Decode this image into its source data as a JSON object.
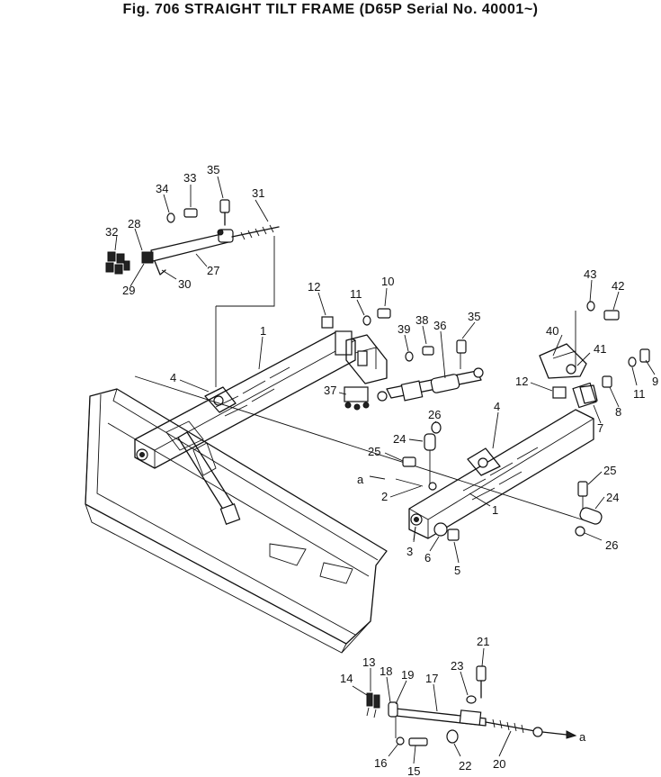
{
  "figure": {
    "title": "Fig. 706   STRAIGHT TILT FRAME (D65P Serial No. 40001~)"
  },
  "callouts": [
    {
      "id": "c35a",
      "label": "35"
    },
    {
      "id": "c33",
      "label": "33"
    },
    {
      "id": "c34",
      "label": "34"
    },
    {
      "id": "c31",
      "label": "31"
    },
    {
      "id": "c28",
      "label": "28"
    },
    {
      "id": "c32",
      "label": "32"
    },
    {
      "id": "c29",
      "label": "29"
    },
    {
      "id": "c30",
      "label": "30"
    },
    {
      "id": "c27",
      "label": "27"
    },
    {
      "id": "c12a",
      "label": "12"
    },
    {
      "id": "c11a",
      "label": "11"
    },
    {
      "id": "c10",
      "label": "10"
    },
    {
      "id": "c1a",
      "label": "1"
    },
    {
      "id": "c4a",
      "label": "4"
    },
    {
      "id": "c39",
      "label": "39"
    },
    {
      "id": "c38",
      "label": "38"
    },
    {
      "id": "c36",
      "label": "36"
    },
    {
      "id": "c35b",
      "label": "35"
    },
    {
      "id": "c37",
      "label": "37"
    },
    {
      "id": "c43",
      "label": "43"
    },
    {
      "id": "c42",
      "label": "42"
    },
    {
      "id": "c40",
      "label": "40"
    },
    {
      "id": "c41",
      "label": "41"
    },
    {
      "id": "c9",
      "label": "9"
    },
    {
      "id": "c12b",
      "label": "12"
    },
    {
      "id": "c11b",
      "label": "11"
    },
    {
      "id": "c8",
      "label": "8"
    },
    {
      "id": "c7",
      "label": "7"
    },
    {
      "id": "c26a",
      "label": "26"
    },
    {
      "id": "c24a",
      "label": "24"
    },
    {
      "id": "c4b",
      "label": "4"
    },
    {
      "id": "c25a",
      "label": "25"
    },
    {
      "id": "ca1",
      "label": "a"
    },
    {
      "id": "c2",
      "label": "2"
    },
    {
      "id": "c1b",
      "label": "1"
    },
    {
      "id": "c25b",
      "label": "25"
    },
    {
      "id": "c24b",
      "label": "24"
    },
    {
      "id": "c3",
      "label": "3"
    },
    {
      "id": "c6",
      "label": "6"
    },
    {
      "id": "c5",
      "label": "5"
    },
    {
      "id": "c26b",
      "label": "26"
    },
    {
      "id": "c21",
      "label": "21"
    },
    {
      "id": "c23",
      "label": "23"
    },
    {
      "id": "c14",
      "label": "14"
    },
    {
      "id": "c13",
      "label": "13"
    },
    {
      "id": "c18",
      "label": "18"
    },
    {
      "id": "c19",
      "label": "19"
    },
    {
      "id": "c17",
      "label": "17"
    },
    {
      "id": "c16",
      "label": "16"
    },
    {
      "id": "c15",
      "label": "15"
    },
    {
      "id": "c22",
      "label": "22"
    },
    {
      "id": "c20",
      "label": "20"
    },
    {
      "id": "ca2",
      "label": "a"
    }
  ]
}
